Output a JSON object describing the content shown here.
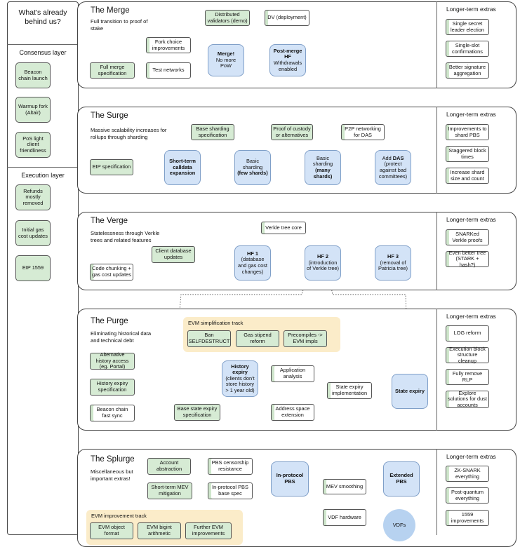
{
  "sidebar": {
    "title": "What's already behind us?",
    "consensus_label": "Consensus layer",
    "consensus_items": [
      "Beacon chain launch",
      "Warmup fork (Altair)",
      "PoS light client friendliness"
    ],
    "execution_label": "Execution layer",
    "execution_items": [
      "Refunds mostly removed",
      "Initial gas cost updates",
      "EIP 1559"
    ]
  },
  "extras_label": "Longer-term extras",
  "merge": {
    "title": "The Merge",
    "subtitle": "Full transition to proof of stake",
    "nodes": {
      "distributed": "Distributed validators (demo)",
      "dv": "DV (deployment)",
      "fork_choice": "Fork choice improvements",
      "test_networks": "Test networks",
      "full_spec": "Full merge specification",
      "merge_title": "Merge!",
      "merge_sub": "No more PoW",
      "post_title": "Post-merge HF",
      "post_sub": "Withdrawals enabled"
    },
    "extras": [
      "Single secret leader election",
      "Single-slot confirmations",
      "Better signature aggregation"
    ]
  },
  "surge": {
    "title": "The Surge",
    "subtitle": "Massive scalability increases for rollups through sharding",
    "nodes": {
      "base_sharding": "Base sharding specification",
      "proof_custody": "Proof of custody or alternatives",
      "p2p": "P2P networking for DAS",
      "eip": "EIP specification",
      "calldata": "Short-term calldata expansion",
      "few_title": "Basic sharding",
      "few_sub": "(few shards)",
      "many_title": "Basic sharding",
      "many_sub": "(many shards)",
      "das_pre": "Add",
      "das_title": "DAS",
      "das_sub": "(protect against bad committees)"
    },
    "extras": [
      "Improvements to shard PBS",
      "Staggered block times",
      "Increase shard size and count"
    ]
  },
  "verge": {
    "title": "The Verge",
    "subtitle": "Statelessness through Verkle trees and related features",
    "nodes": {
      "verkle_core": "Verkle tree core",
      "client_db": "Client database updates",
      "code_chunking": "Code chunking + gas cost updates",
      "hf1_title": "HF 1",
      "hf1_sub": "(database and gas cost changes)",
      "hf2_title": "HF 2",
      "hf2_sub": "(introduction of Verkle tree)",
      "hf3_title": "HF 3",
      "hf3_sub": "(removal of Patricia tree)"
    },
    "extras": [
      "SNARKed Verkle proofs",
      "Even better tree (STARK + hash?)"
    ]
  },
  "purge": {
    "title": "The Purge",
    "subtitle": "Eliminating historical data and technical debt",
    "track_label": "EVM simplification track",
    "track_items": [
      "Ban SELFDESTRUCT",
      "Gas stipend reform",
      "Precompiles -> EVM impls"
    ],
    "nodes": {
      "alt_history": "Alternative history access (eg. Portal)",
      "history_spec": "History expiry specification",
      "beacon_sync": "Beacon chain fast sync",
      "history_title": "History expiry",
      "history_sub": "(clients don't store history > 1 year old)",
      "app_analysis": "Application analysis",
      "state_impl": "State expiry implementation",
      "base_state": "Base state expiry specification",
      "addr_ext": "Address space extension",
      "state_expiry": "State expiry"
    },
    "extras": [
      "LOG reform",
      "Execution block structure cleanup",
      "Fully remove RLP",
      "Explore solutions for dust accounts"
    ]
  },
  "splurge": {
    "title": "The Splurge",
    "subtitle": "Miscellaneous but important extras!",
    "track_label": "EVM improvement track",
    "track_items": [
      "EVM object format",
      "EVM bigint arithmetic",
      "Further EVM improvements"
    ],
    "nodes": {
      "account_abs": "Account abstraction",
      "pbs_censor": "PBS censorship resistance",
      "short_mev": "Short-term MEV mitigation",
      "inproto_base": "In-protocol PBS base spec",
      "inproto_pbs": "In-protocol PBS",
      "ext_pbs": "Extended PBS",
      "mev_smooth": "MEV smoothing",
      "vdf_hw": "VDF hardware",
      "vdfs": "VDFs"
    },
    "extras": [
      "ZK-SNARK everything",
      "Post-quantum everything",
      "1559 improvements"
    ]
  }
}
